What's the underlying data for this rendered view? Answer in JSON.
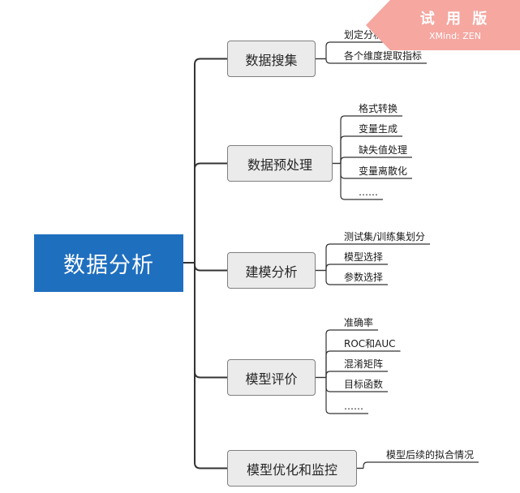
{
  "root": {
    "label": "数据分析"
  },
  "branches": [
    {
      "label": "数据搜集",
      "leaves": [
        "划定分析维度",
        "各个维度提取指标"
      ]
    },
    {
      "label": "数据预处理",
      "leaves": [
        "格式转换",
        "变量生成",
        "缺失值处理",
        "变量离散化",
        "……"
      ]
    },
    {
      "label": "建模分析",
      "leaves": [
        "测试集/训练集划分",
        "模型选择",
        "参数选择"
      ]
    },
    {
      "label": "模型评价",
      "leaves": [
        "准确率",
        "ROC和AUC",
        "混淆矩阵",
        "目标函数",
        "……"
      ]
    },
    {
      "label": "模型优化和监控",
      "leaves": [
        "模型后续的拟合情况"
      ]
    }
  ],
  "watermark": {
    "title": "试 用 版",
    "subtitle": "XMind: ZEN"
  },
  "colors": {
    "root": "#1f6fbf",
    "lines": "#333333",
    "branch_fill": "#ebebeb",
    "banner": "#f5a7a0"
  }
}
